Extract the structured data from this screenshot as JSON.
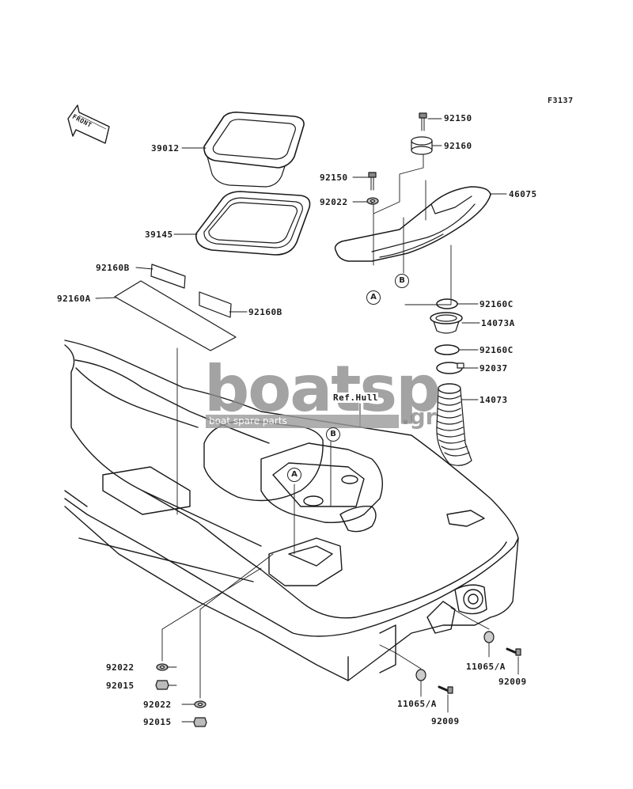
{
  "figure_code": "F3137",
  "front_arrow_text": "FRONT",
  "ref_label": "Ref.Hull",
  "watermark": {
    "main": "boatsp",
    "sub": "boat spare parts",
    "suffix": ".gr"
  },
  "callouts": {
    "a": "A",
    "b": "B"
  },
  "parts": {
    "p39012": "39012",
    "p39145": "39145",
    "p92160b_1": "92160B",
    "p92160a": "92160A",
    "p92160b_2": "92160B",
    "p92150_1": "92150",
    "p92160": "92160",
    "p92150_2": "92150",
    "p92022_top": "92022",
    "p46075": "46075",
    "p92160c_1": "92160C",
    "p14073a": "14073A",
    "p92160c_2": "92160C",
    "p92037": "92037",
    "p14073": "14073",
    "p92022_1": "92022",
    "p92015_1": "92015",
    "p92022_2": "92022",
    "p92015_2": "92015",
    "p11065a_1": "11065/A",
    "p92009_1": "92009",
    "p11065a_2": "11065/A",
    "p92009_2": "92009"
  }
}
